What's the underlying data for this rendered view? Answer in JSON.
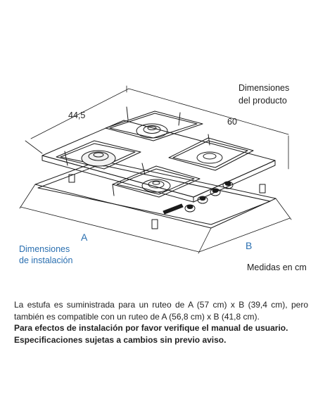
{
  "labels": {
    "product_dims_line1": "Dimensiones",
    "product_dims_line2": "del producto",
    "depth": "44,5",
    "width": "60",
    "install_a": "A",
    "install_b": "B",
    "install_dims_line1": "Dimensiones",
    "install_dims_line2": "de instalación",
    "units": "Medidas en cm"
  },
  "text": {
    "paragraph": "La estufa es suministrada para un ruteo de A (57 cm) x B (39,4 cm), pero también es compatible con un ruteo de A (56,8 cm) x B (41,8 cm).",
    "bold_line1": "Para efectos de instalación por favor verifique el manual de usuario.",
    "bold_line2": "Especificaciones sujetas a cambios sin previo aviso."
  },
  "colors": {
    "line": "#1a1a1a",
    "accent_blue": "#2a6fb0"
  },
  "icons": [
    "gas-burner-icon",
    "control-knob-icon",
    "grate-icon"
  ]
}
